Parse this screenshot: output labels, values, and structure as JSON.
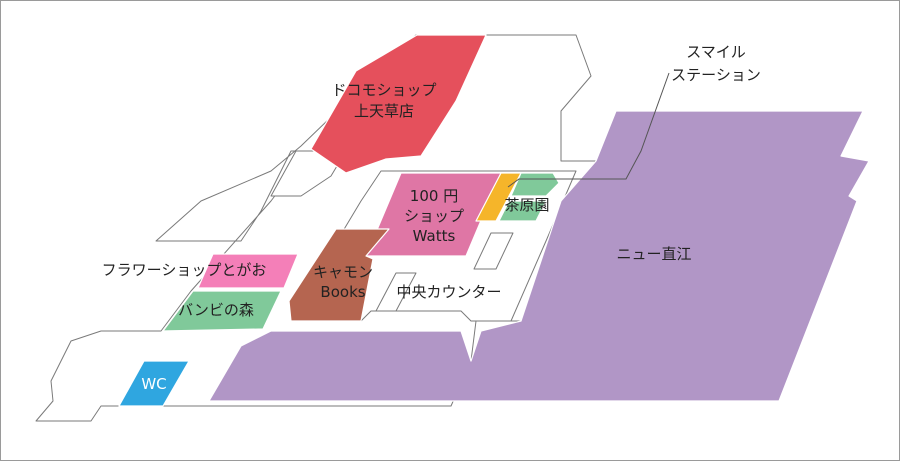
{
  "map": {
    "colors": {
      "outline": "#7a7a7a",
      "background": "#ffffff",
      "nyu_naoe": "#b196c6",
      "docomo": "#e5505c",
      "shop100": "#df76a5",
      "chahara": "#f5b52a",
      "chahara_green": "#80c99a",
      "flower": "#f47fb8",
      "bambi": "#80c99a",
      "kyamon": "#b56550",
      "wc": "#2fa6e0"
    },
    "areas": {
      "docomo": {
        "line1": "ドコモショップ",
        "line2": "上天草店"
      },
      "smile_station": {
        "line1": "スマイル",
        "line2": "ステーション"
      },
      "shop100": {
        "line1": "100 円",
        "line2": "ショップ",
        "line3": "Watts"
      },
      "chaharaen": {
        "label": "茶原園"
      },
      "nyu_naoe": {
        "label": "ニュー直江"
      },
      "flower_shop": {
        "label": "フラワーショップとがお"
      },
      "kyamon": {
        "line1": "キャモン",
        "line2": "Books"
      },
      "bambi": {
        "label": "バンビの森"
      },
      "central_counter": {
        "label": "中央カウンター"
      },
      "wc": {
        "label": "WC"
      }
    }
  }
}
